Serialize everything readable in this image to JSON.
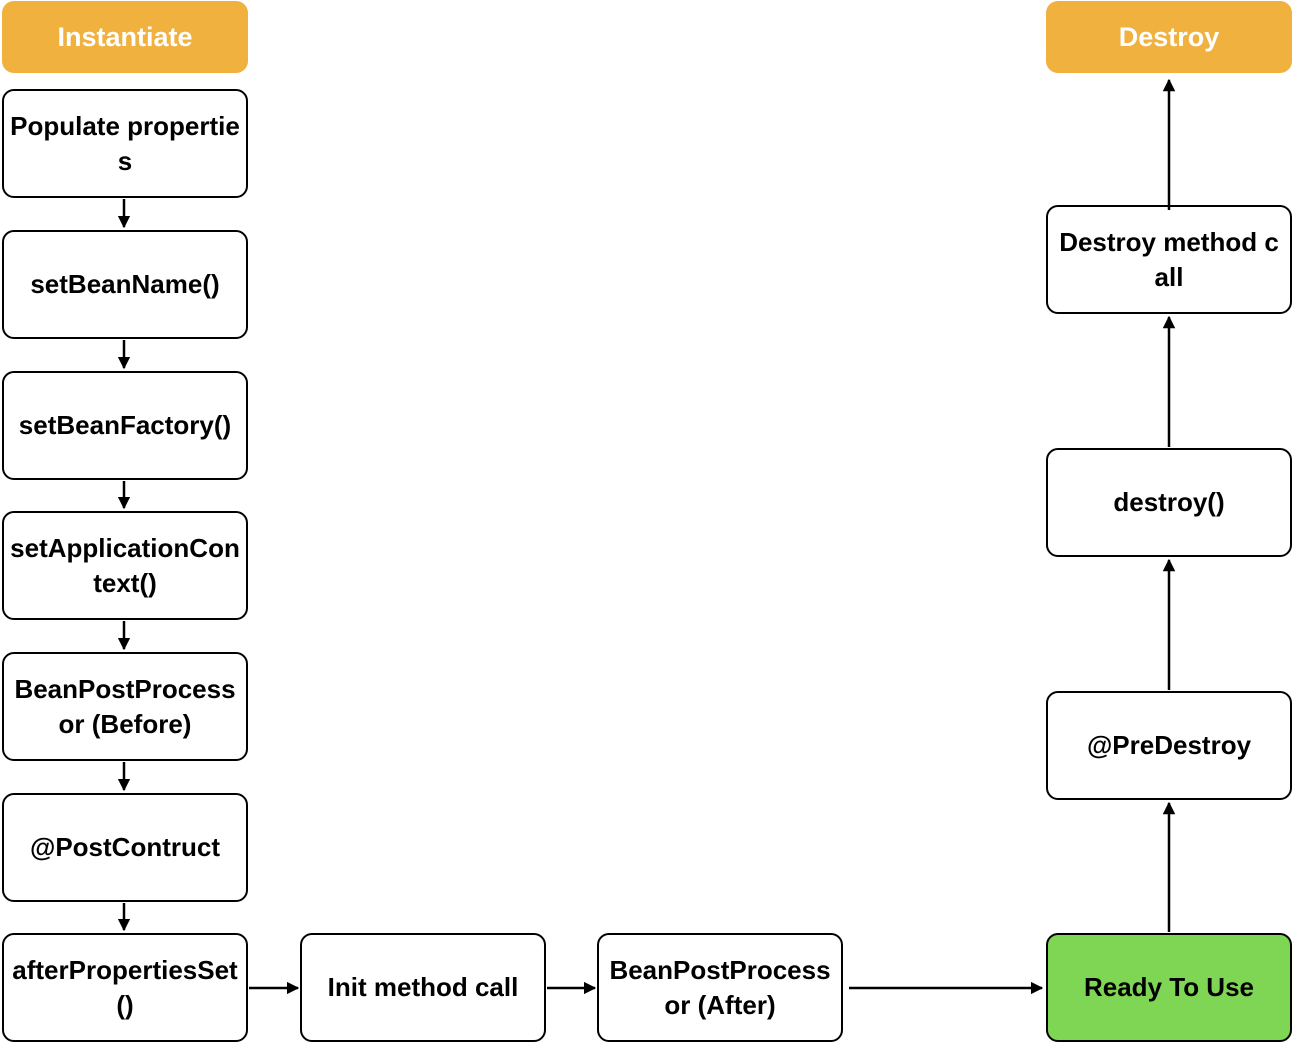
{
  "diagram": {
    "nodes": {
      "instantiate": "Instantiate",
      "populate": "Populate properties",
      "set_bean_name": "setBeanName()",
      "set_bean_factory": "setBeanFactory()",
      "set_app_context": "setApplicationContext()",
      "bpp_before": "BeanPostProcessor (Before)",
      "post_construct": "@PostContruct",
      "after_properties_set": "afterPropertiesSet()",
      "init_method": "Init method call",
      "bpp_after": "BeanPostProcessor (After)",
      "ready": "Ready To Use",
      "pre_destroy": "@PreDestroy",
      "destroy": "destroy()",
      "destroy_method": "Destroy method call",
      "destroy_end": "Destroy"
    },
    "colors": {
      "terminal": "#f0b13e",
      "ready": "#7fd655",
      "stroke": "#000000"
    }
  }
}
